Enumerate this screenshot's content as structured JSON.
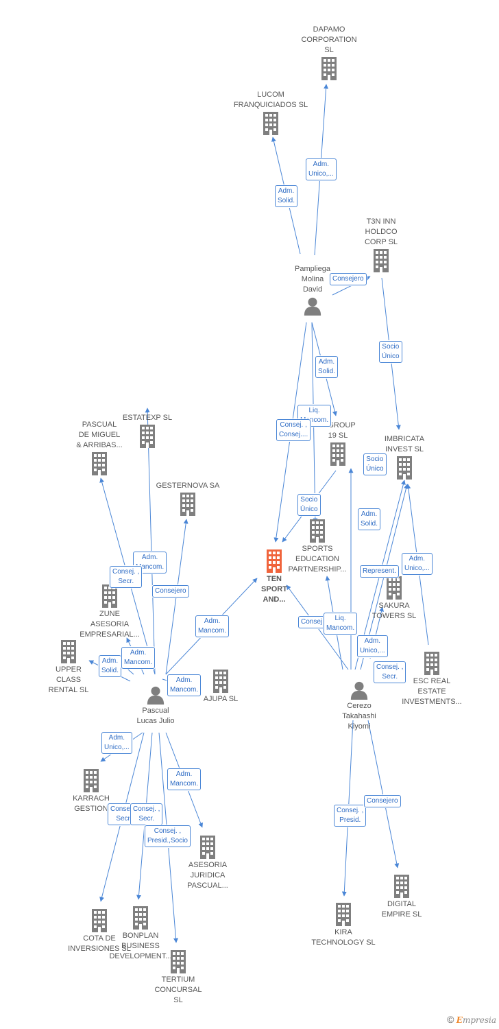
{
  "colors": {
    "edge": "#4a86d6",
    "company_icon": "#7f7f7f",
    "center_icon": "#f0643c",
    "person_icon": "#7f7f7f"
  },
  "nodes": [
    {
      "id": "dapamo",
      "type": "company",
      "label": "DAPAMO\nCORPORATION\nSL"
    },
    {
      "id": "lucom",
      "type": "company",
      "label": "LUCOM\nFRANQUICIADOS SL"
    },
    {
      "id": "t3n",
      "type": "company",
      "label": "T3N INN\nHOLDCO\nCORP  SL"
    },
    {
      "id": "pampliega",
      "type": "person",
      "label": "Pampliega\nMolina\nDavid"
    },
    {
      "id": "ngroup",
      "type": "company",
      "label": "N GROUP\n19  SL"
    },
    {
      "id": "imbricata",
      "type": "company",
      "label": "IMBRICATA\nINVEST  SL"
    },
    {
      "id": "sports",
      "type": "company",
      "label": "SPORTS\nEDUCATION\nPARTNERSHIP..."
    },
    {
      "id": "ten",
      "type": "center",
      "label": "TEN\nSPORT\nAND..."
    },
    {
      "id": "sakura",
      "type": "company",
      "label": "SAKURA\nTOWERS SL"
    },
    {
      "id": "esc",
      "type": "company",
      "label": "ESC REAL\nESTATE\nINVESTMENTS..."
    },
    {
      "id": "cerezo",
      "type": "person",
      "label": "Cerezo\nTakahashi\nKiyomi"
    },
    {
      "id": "kira",
      "type": "company",
      "label": "KIRA\nTECHNOLOGY SL"
    },
    {
      "id": "digital",
      "type": "company",
      "label": "DIGITAL\nEMPIRE  SL"
    },
    {
      "id": "pascualdm",
      "type": "company",
      "label": "PASCUAL\nDE MIGUEL\n& ARRIBAS..."
    },
    {
      "id": "estatexp",
      "type": "company",
      "label": "ESTATEXP  SL"
    },
    {
      "id": "gesternova",
      "type": "company",
      "label": "GESTERNOVA SA"
    },
    {
      "id": "zune",
      "type": "company",
      "label": "ZUNE\nASESORIA\nEMPRESARIAL..."
    },
    {
      "id": "upper",
      "type": "company",
      "label": "UPPER\nCLASS\nRENTAL  SL"
    },
    {
      "id": "ajupa",
      "type": "company",
      "label": "AJUPA SL"
    },
    {
      "id": "pascual",
      "type": "person",
      "label": "Pascual\nLucas Julio"
    },
    {
      "id": "karrach",
      "type": "company",
      "label": "KARRACH\nGESTION"
    },
    {
      "id": "asesoria",
      "type": "company",
      "label": "ASESORIA\nJURIDICA\nPASCUAL..."
    },
    {
      "id": "cota",
      "type": "company",
      "label": "COTA DE\nINVERSIONES SL"
    },
    {
      "id": "bonplan",
      "type": "company",
      "label": "BONPLAN\nBUSINESS\nDEVELOPMENT..."
    },
    {
      "id": "tertium",
      "type": "company",
      "label": "TERTIUM\nCONCURSAL\nSL"
    }
  ],
  "edge_labels": [
    "Adm.\nUnico,...",
    "Adm.\nSolid.",
    "Consejero",
    "Socio\nÚnico",
    "Adm.\nSolid.",
    "Liq.\nMancom.",
    "Consej. ,\nConsej....",
    "Socio\nÚnico",
    "Socio\nÚnico",
    "Adm.\nSolid.",
    "Adm.\nUnico,...",
    "Represent.",
    "Consej. ,",
    "Liq.\nMancom.",
    "Adm.\nUnico,...",
    "Consej. ,\nSecr.",
    "Adm.\nMancom.",
    "Adm.\nMancom.",
    "Adm.\nMancom.",
    "Consej. ,\nPresid.",
    "Consejero",
    "Consej. ,\nSecr.",
    "Consejero",
    "Adm.\nSolid.",
    "Adm.\nMancom.",
    "Adm.\nUnico,...",
    "Adm.\nMancom.",
    "Consej. ,\nSecr.",
    "Consej. ,\nSecr.",
    "Consej. ,\nPresid.,Socio"
  ],
  "copyright": {
    "symbol": "©",
    "brand_first": "E",
    "brand_rest": "mpresia"
  }
}
